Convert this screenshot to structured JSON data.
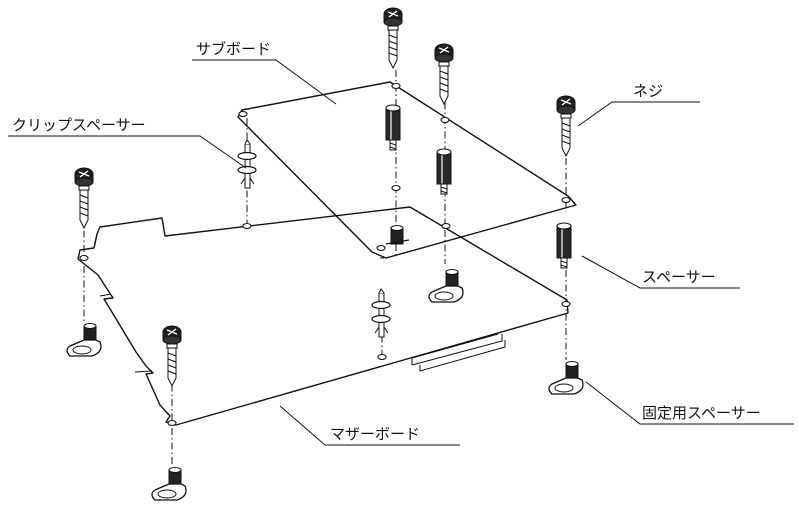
{
  "labels": {
    "sub_board": "サブボード",
    "clip_spacer": "クリップスペーサー",
    "screw": "ネジ",
    "spacer": "スペーサー",
    "fixing_spacer": "固定用スペーサー",
    "mother_board": "マザーボード"
  },
  "icons": {
    "screw": "screw-icon",
    "hex_spacer": "hex-spacer-icon",
    "clip_spacer": "clip-spacer-icon",
    "fixing_spacer": "l-bracket-spacer-icon"
  }
}
